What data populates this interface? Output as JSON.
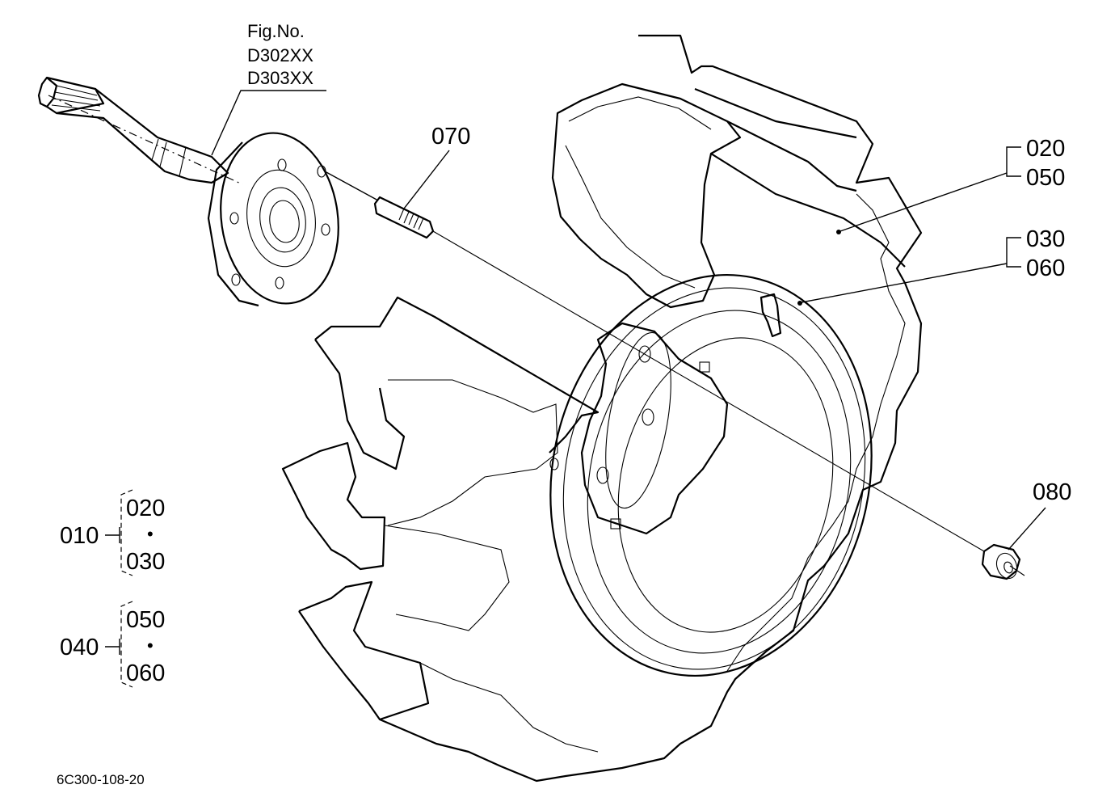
{
  "figure": {
    "fig_no_label": "Fig.No.",
    "fig_codes": [
      "D302XX",
      "D303XX"
    ],
    "drawing_code": "6C300-108-20"
  },
  "callouts": {
    "c070": "070",
    "c080": "080",
    "c020": "020",
    "c050": "050",
    "c030": "030",
    "c060": "060"
  },
  "assemblies": [
    {
      "id": "010",
      "parts": [
        "020",
        "030"
      ],
      "separator": "•"
    },
    {
      "id": "040",
      "parts": [
        "050",
        "060"
      ],
      "separator": "•"
    }
  ]
}
